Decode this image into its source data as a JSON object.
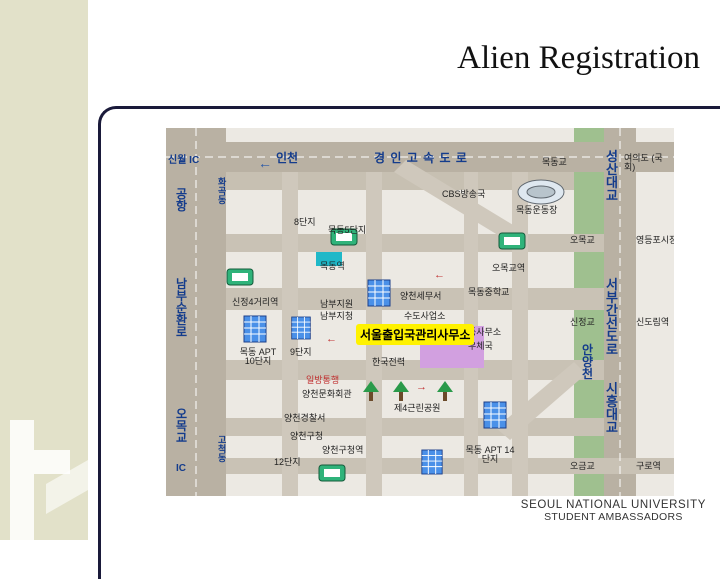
{
  "slide": {
    "title": "Alien Registration",
    "footer_university": "SEOUL NATIONAL UNIVERSITY",
    "footer_program": "STUDENT AMBASSADORS"
  },
  "colors": {
    "sidebar": "#e2e1c9",
    "frame": "#1a1a3a",
    "map_bg": "#ece9e3",
    "road": "#b9b1a3",
    "highway": "#9fc08f",
    "road_label": "#143c8c",
    "office_highlight": "#fff200",
    "station_marker": "#2fb37a"
  },
  "map": {
    "left_road": [
      "신월 IC",
      "공항",
      "남부순환로",
      "오목교",
      "IC"
    ],
    "highway_label": "경 인 고 속 도 로",
    "incheon_label": "인천",
    "hwagok_label": "화곡동",
    "right_road": [
      "성산대교",
      "서부간선도로",
      "시흥대교"
    ],
    "anyang_label": "안양천",
    "gocheok_label": "고척동",
    "right_places": [
      "목동교",
      "여의도 (국회)",
      "목동운동장",
      "오목교",
      "영등포시장",
      "신정교",
      "신도림역",
      "오금교",
      "구로역"
    ],
    "places": [
      "CBS방송국",
      "목동5단지",
      "목동역",
      "오목교역",
      "목동중학교",
      "양천세무서",
      "수도사업소",
      "남부지원",
      "남부지청",
      "신정4거리역",
      "서울출입국관리사무소",
      "동사무소",
      "우체국",
      "한국전력",
      "양천경찰서",
      "양천문화회관",
      "일방통행",
      "제4근린공원",
      "양천구청역",
      "양천구청",
      "목동 APT 10단지",
      "9단지",
      "목동 APT 14단지",
      "12단지",
      "8단지"
    ],
    "office_label": "서울출입국관리사무소"
  }
}
